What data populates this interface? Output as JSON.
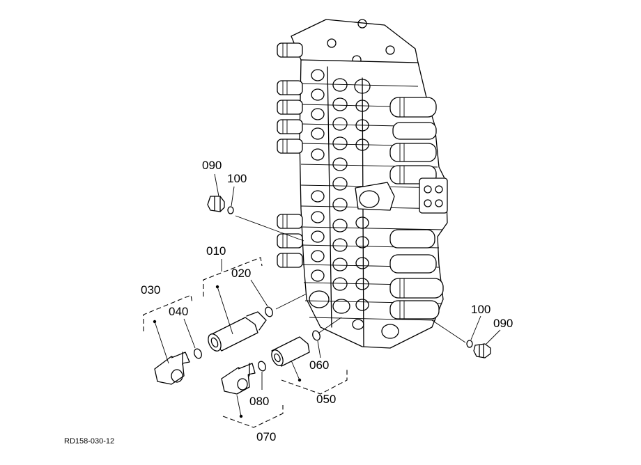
{
  "drawing_code": "RD158-030-12",
  "callouts": [
    {
      "id": "c090a",
      "label": "090"
    },
    {
      "id": "c100a",
      "label": "100"
    },
    {
      "id": "c010",
      "label": "010"
    },
    {
      "id": "c020",
      "label": "020"
    },
    {
      "id": "c030",
      "label": "030"
    },
    {
      "id": "c040",
      "label": "040"
    },
    {
      "id": "c060",
      "label": "060"
    },
    {
      "id": "c050",
      "label": "050"
    },
    {
      "id": "c080",
      "label": "080"
    },
    {
      "id": "c070",
      "label": "070"
    },
    {
      "id": "c100b",
      "label": "100"
    },
    {
      "id": "c090b",
      "label": "090"
    }
  ]
}
